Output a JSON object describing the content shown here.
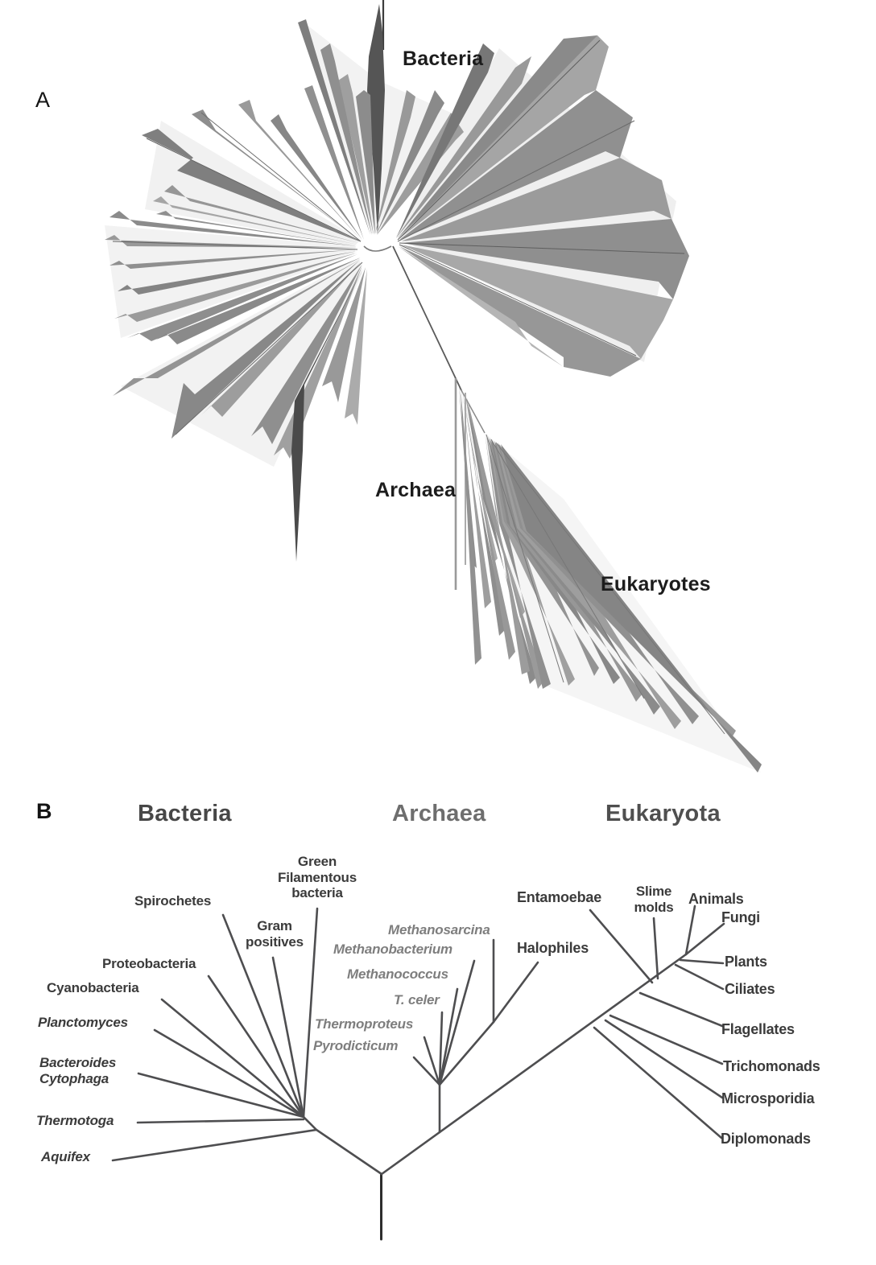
{
  "figure": {
    "panel_a": {
      "label": "A",
      "taxa": {
        "bacteria": "Bacteria",
        "archaea": "Archaea",
        "eukaryotes": "Eukaryotes"
      }
    },
    "panel_b": {
      "label": "B",
      "headers": {
        "bacteria": "Bacteria",
        "archaea": "Archaea",
        "eukaryota": "Eukaryota"
      },
      "bacteria_taxa": {
        "spirochetes": "Spirochetes",
        "green_filamentous": "Green\nFilamentous\nbacteria",
        "gram_positives": "Gram\npositives",
        "proteobacteria": "Proteobacteria",
        "cyanobacteria": "Cyanobacteria",
        "planctomyces": "Planctomyces",
        "bacteroides_cytophaga": "Bacteroides\nCytophaga",
        "thermotoga": "Thermotoga",
        "aquifex": "Aquifex"
      },
      "archaea_taxa": {
        "methanosarcina": "Methanosarcina",
        "methanobacterium": "Methanobacterium",
        "methanococcus": "Methanococcus",
        "t_celer": "T. celer",
        "thermoproteus": "Thermoproteus",
        "pyrodicticum": "Pyrodicticum",
        "halophiles": "Halophiles"
      },
      "eukaryota_taxa": {
        "entamoebae": "Entamoebae",
        "slime_molds": "Slime\nmolds",
        "animals": "Animals",
        "fungi": "Fungi",
        "plants": "Plants",
        "ciliates": "Ciliates",
        "flagellates": "Flagellates",
        "trichomonads": "Trichomonads",
        "microsporidia": "Microsporidia",
        "diplomonads": "Diplomonads"
      }
    },
    "colors": {
      "background": "#ffffff",
      "tree_line": "#4e4e50",
      "root_line": "#2e2e2e",
      "label_dark": "#3b3b3b",
      "label_gray": "#7e7e7e",
      "header_bacteria": "#474747",
      "header_archaea": "#6e6e6e",
      "header_eukaryota": "#4f4f4f"
    }
  }
}
